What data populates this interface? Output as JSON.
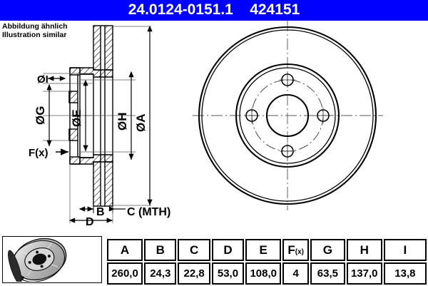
{
  "header": {
    "part_number": "24.0124-0151.1",
    "reference_number": "424151",
    "text": "24.0124-0151.1    424151",
    "background_color": "#0000ff",
    "text_color": "#ffffff"
  },
  "caption": {
    "line1": "Abbildung ähnlich",
    "line2": "Illustration similar"
  },
  "drawing": {
    "dimension_labels": {
      "a": "ØA",
      "e": "ØE",
      "g": "ØG",
      "h": "ØH",
      "i": "ØI",
      "b": "B",
      "c": "C (MTH)",
      "d": "D",
      "fx": "F(x)"
    },
    "views": {
      "section": "cross-section-side-view",
      "front": "front-face-view"
    },
    "front_view": {
      "bolt_hole_count": 4,
      "bolt_circle_style": "dash-dot",
      "centerline_style": "dash-dot"
    }
  },
  "thumbnail": {
    "alt": "brake-disc-photo"
  },
  "spec_table": {
    "headers": [
      "A",
      "B",
      "C",
      "D",
      "E",
      "F(x)",
      "G",
      "H",
      "I"
    ],
    "fx_header_main": "F",
    "fx_header_sub": "(x)",
    "values": [
      "260,0",
      "24,3",
      "22,8",
      "53,0",
      "108,0",
      "4",
      "63,5",
      "137,0",
      "13,8"
    ]
  }
}
